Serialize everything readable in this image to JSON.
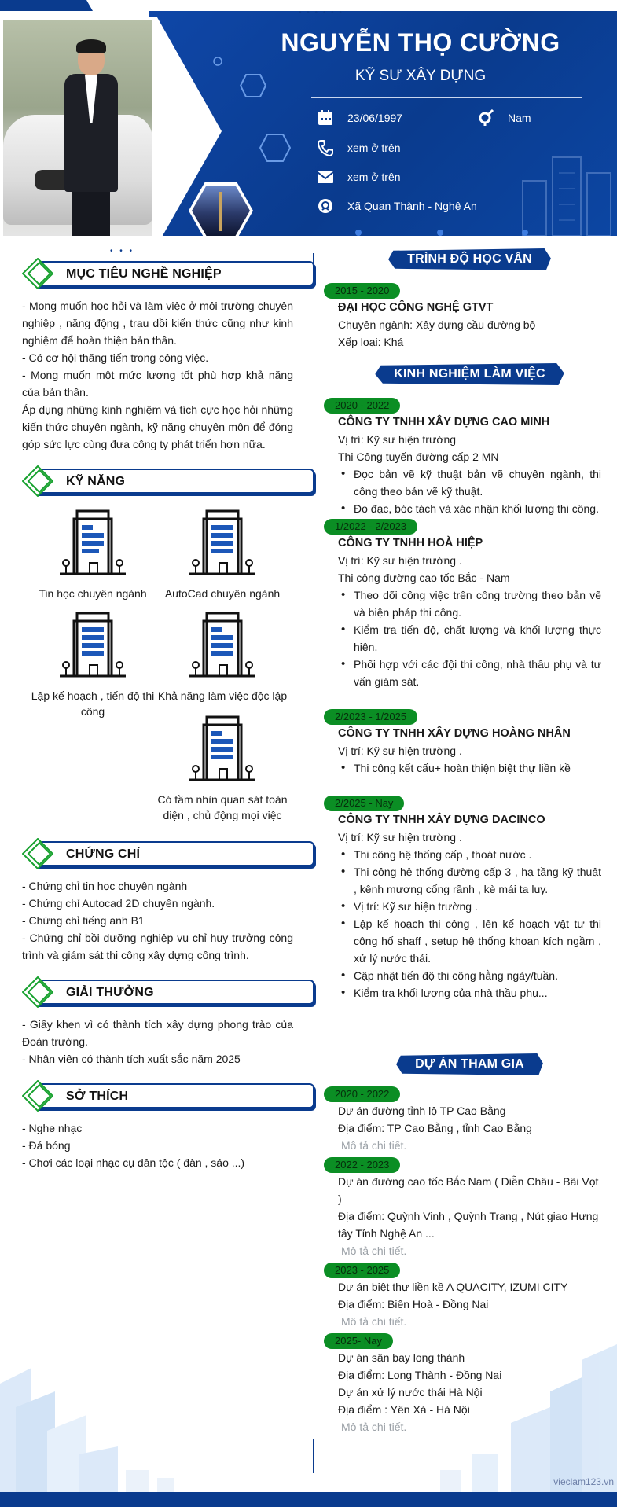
{
  "header": {
    "name": "NGUYỄN THỌ CƯỜNG",
    "role": "KỸ SƯ XÂY DỰNG",
    "birthday": "23/06/1997",
    "gender": "Nam",
    "phone": "xem ở trên",
    "email": "xem ở trên",
    "address": "Xã Quan Thành - Nghệ An",
    "dots": "• • • • • •",
    "left_dots": "• • •"
  },
  "objective": {
    "title": "MỤC TIÊU NGHỀ NGHIỆP",
    "lines": [
      "- Mong muốn học hỏi và làm việc ở môi trường chuyên nghiệp , năng động , trau dồi kiến thức cũng như kinh nghiệm để hoàn thiện bản thân.",
      "- Có cơ hội thăng tiến trong công việc.",
      "- Mong muốn một mức lương tốt phù hợp khả năng của bản thân.",
      "Áp dụng những kinh nghiệm và tích cực học hỏi những kiến thức chuyên ngành, kỹ năng chuyên môn để đóng góp sức lực cùng đưa công ty phát triển hơn nữa."
    ]
  },
  "skills": {
    "title": "KỸ NĂNG",
    "items": [
      "Tin học chuyên ngành",
      "AutoCad chuyên ngành",
      "Lập kế hoạch , tiến độ thi công",
      "Khả năng làm việc độc lập",
      "Có tầm nhìn quan sát toàn diện , chủ động mọi việc"
    ]
  },
  "certificates": {
    "title": "CHỨNG CHỈ",
    "lines": [
      "- Chứng chỉ  tin học chuyên ngành",
      "- Chứng chỉ Autocad 2D chuyên ngành.",
      "- Chứng chỉ tiếng anh B1",
      "- Chứng chỉ bồi dưỡng nghiệp vụ chỉ huy trưởng công trình và giám sát thi công xây dựng công trình."
    ]
  },
  "awards": {
    "title": "GIẢI THƯỞNG",
    "lines": [
      "- Giấy khen vì có thành tích xây dựng phong trào của Đoàn trường.",
      "- Nhân viên có thành tích xuất sắc năm 2025"
    ]
  },
  "hobbies": {
    "title": "SỞ THÍCH",
    "lines": [
      "- Nghe nhạc",
      "- Đá bóng",
      "- Chơi các loại nhạc cụ dân tộc ( đàn , sáo ...)"
    ]
  },
  "education": {
    "title": "TRÌNH ĐỘ HỌC VẤN",
    "period": "2015 - 2020",
    "school": "ĐẠI HỌC CÔNG NGHỆ GTVT",
    "major": "Chuyên ngành: Xây dựng  cầu đường bộ",
    "grade": "Xếp loại: Khá"
  },
  "experience": {
    "title": "KINH NGHIỆM LÀM VIỆC",
    "jobs": [
      {
        "period": "2020 - 2022",
        "company": "CÔNG TY TNHH XÂY DỰNG CAO MINH",
        "position": "Vị trí: Kỹ sư hiện trường",
        "desc": "Thi Công tuyến đường cấp 2 MN",
        "bullets": [
          "Đọc bản vẽ kỹ thuật  bản vẽ chuyên ngành, thi công theo bản vẽ kỹ thuật.",
          "Đo đạc, bóc tách và xác nhận khối lượng thi công."
        ]
      },
      {
        "period": "1/2022 - 2/2023",
        "company": "CÔNG TY TNHH HOÀ HIỆP",
        "position": "Vị trí: Kỹ sư hiện trường .",
        "desc": "Thi công đường cao tốc Bắc - Nam",
        "bullets": [
          "Theo dõi công việc trên công trường theo bản vẽ và biện pháp thi công.",
          "Kiểm tra tiến độ, chất lượng và khối lượng thực hiện.",
          "Phối hợp với các đội thi công, nhà thầu phụ và tư vấn giám sát."
        ]
      },
      {
        "period": "2/2023 - 1/2025",
        "company": "CÔNG TY TNHH XÂY DỰNG HOÀNG NHÂN",
        "position": "Vị trí: Kỹ sư hiện trường .",
        "desc": "",
        "bullets": [
          "Thi công kết cấu+ hoàn thiện biệt thự liền kề"
        ]
      },
      {
        "period": "2/2025 - Nay",
        "company": "CÔNG TY TNHH XÂY DỰNG DACINCO",
        "position": "Vị trí: Kỹ sư hiện trường .",
        "desc": "",
        "bullets": [
          "Thi công hệ thống cấp , thoát nước .",
          "Thi công hệ thống đường cấp 3 , hạ tầng kỹ thuật , kênh mương cống rãnh , kè mái ta luy.",
          "    Vị trí: Kỹ sư hiện trường .",
          "Lập kế hoạch thi công , lên kế hoạch vật tư thi công hố shaff , setup hệ thống khoan kích ngầm , xử lý nước thải.",
          "Cập nhật tiến độ thi công hằng ngày/tuần.",
          "Kiểm tra khối lượng của nhà thầu phụ..."
        ]
      }
    ]
  },
  "projects": {
    "title": "DỰ ÁN THAM GIA",
    "items": [
      {
        "period": "2020 - 2022",
        "lines": [
          "Dự án đường tỉnh lộ TP Cao Bằng",
          "Địa điểm: TP Cao Bằng , tỉnh Cao Bằng"
        ],
        "note": "Mô tả chi tiết."
      },
      {
        "period": "2022 - 2023",
        "lines": [
          "Dự án đường cao tốc Bắc Nam ( Diễn Châu - Bãi Vọt )",
          "Địa điểm: Quỳnh Vinh , Quỳnh Trang , Nút giao Hưng tây  Tỉnh Nghệ An ..."
        ],
        "note": "Mô tả chi tiết."
      },
      {
        "period": "2023 - 2025",
        "lines": [
          "Dự án biệt thự liền kề A QUACITY, IZUMI CITY",
          "Địa điểm: Biên Hoà - Đồng Nai"
        ],
        "note": "Mô tả chi tiết."
      },
      {
        "period": "2025- Nay",
        "lines": [
          "Dự án sân bay long thành",
          "Địa điểm: Long Thành - Đồng Nai",
          "Dự án xử lý nước thải Hà Nội",
          "Địa điểm : Yên Xá - Hà Nội"
        ],
        "note": "Mô tả chi tiết."
      }
    ]
  },
  "footer": {
    "brand": "vieclam123.vn"
  },
  "colors": {
    "primary": "#0a3b8e",
    "accent_green": "#0b8e24",
    "diamond_green": "#17a12e"
  }
}
